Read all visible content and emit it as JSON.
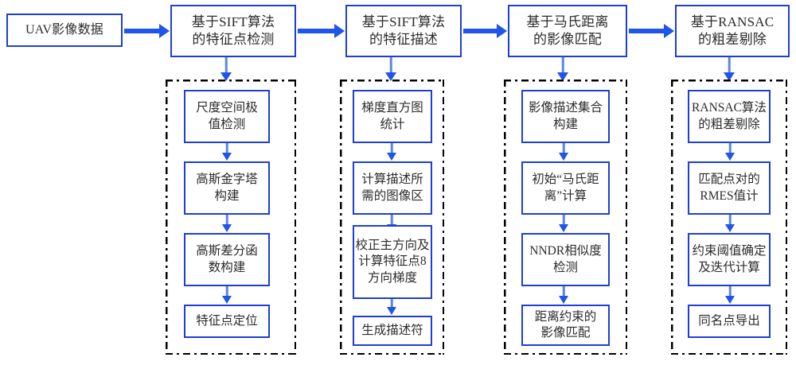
{
  "diagram": {
    "title": "UAV影像SIFT特征匹配流程图",
    "colors": {
      "box_border": "#1f3fcf",
      "arrow_thick": "#1f55e8",
      "arrow_thin": "#5b86e0",
      "group_border": "#000000",
      "text": "#2b2b2b",
      "background": "#ffffff"
    },
    "source": {
      "label": "UAV影像数据"
    },
    "stages": [
      {
        "id": "stage-detection",
        "label": "基于SIFT算法\n的特征点检测",
        "steps": [
          {
            "label": "尺度空间极\n值检测"
          },
          {
            "label": "高斯金字塔\n构建"
          },
          {
            "label": "高斯差分函\n数构建"
          },
          {
            "label": "特征点定位"
          }
        ]
      },
      {
        "id": "stage-description",
        "label": "基于SIFT算法\n的特征描述",
        "steps": [
          {
            "label": "梯度直方图\n统计"
          },
          {
            "label": "计算描述所\n需的图像区"
          },
          {
            "label": "校正主方向及\n计算特征点8\n方向梯度"
          },
          {
            "label": "生成描述符"
          }
        ]
      },
      {
        "id": "stage-matching",
        "label": "基于马氏距离\n的影像匹配",
        "steps": [
          {
            "label": "影像描述集合\n构建"
          },
          {
            "label": "初始“马氏距\n离”计算"
          },
          {
            "label": "NNDR相似度\n检测"
          },
          {
            "label": "距离约束的\n影像匹配"
          }
        ]
      },
      {
        "id": "stage-ransac",
        "label": "基于RANSAC\n的粗差剔除",
        "steps": [
          {
            "label": "RANSAC算法\n的粗差剔除"
          },
          {
            "label": "匹配点对的\nRMES值计"
          },
          {
            "label": "约束阈值确定\n及迭代计算"
          },
          {
            "label": "同名点导出"
          }
        ]
      }
    ]
  }
}
